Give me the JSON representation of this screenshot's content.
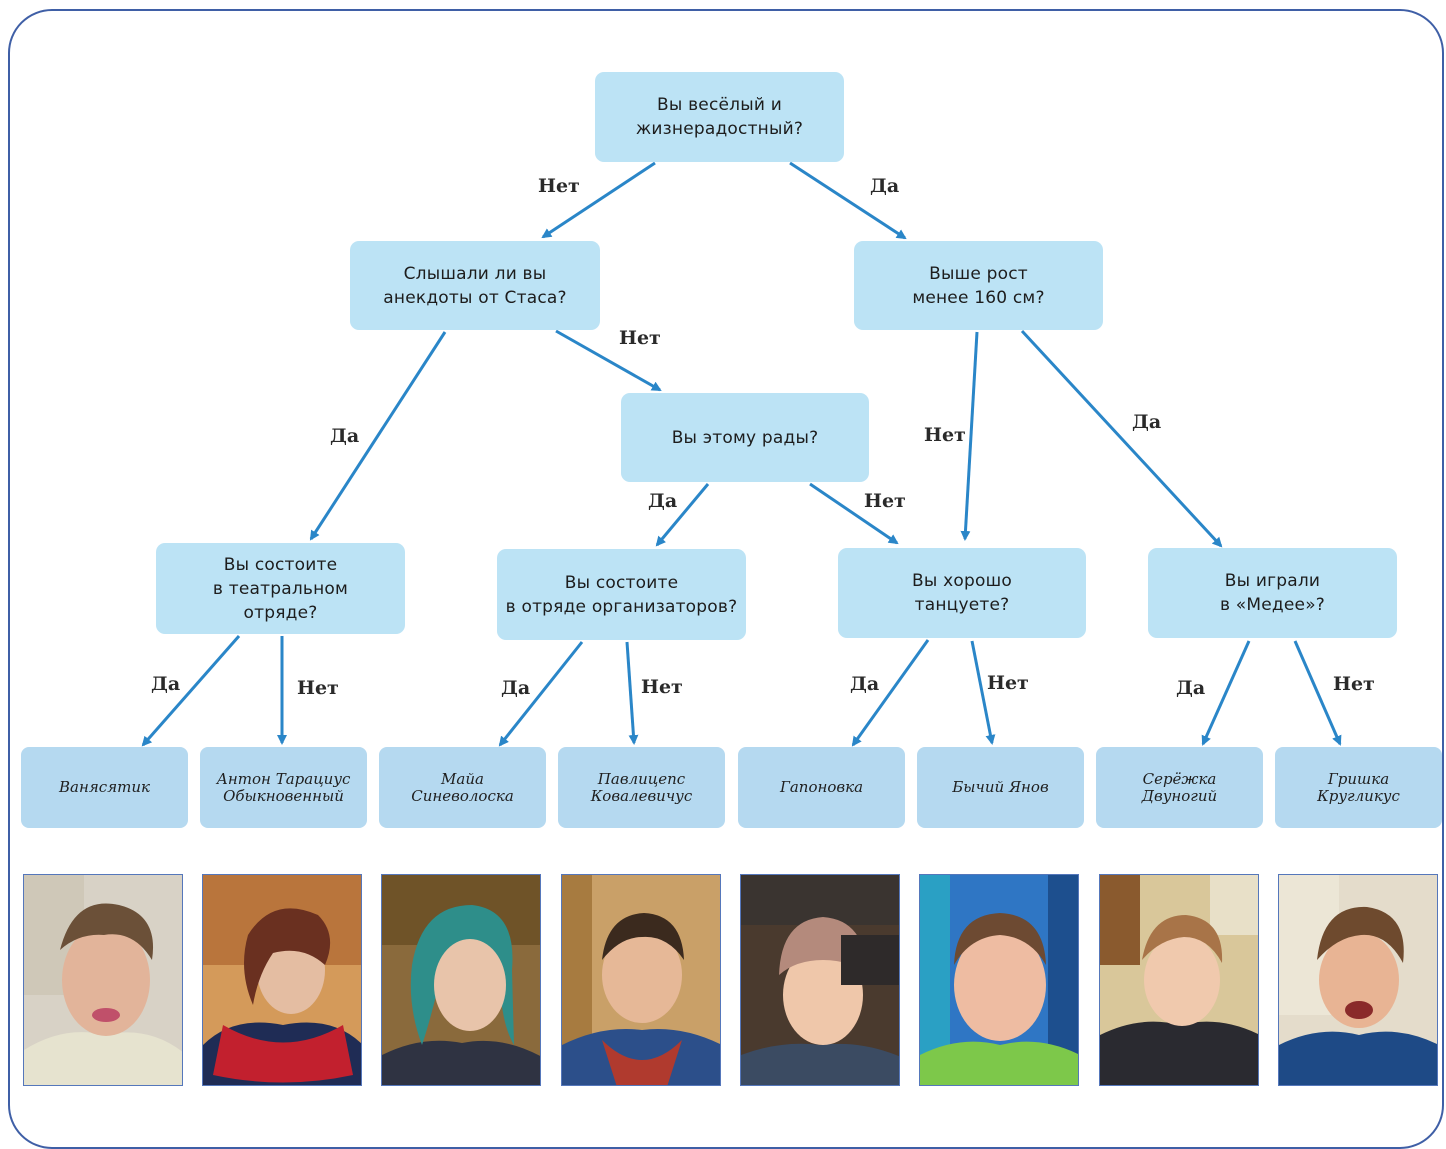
{
  "questions": {
    "q1": "Вы весёлый и\nжизнерадостный?",
    "q2": "Слышали ли вы\nанекдоты от Стаса?",
    "q3": "Выше рост\nменее 160 см?",
    "q4": "Вы этому рады?",
    "q5": "Вы состоите\nв театральном\nотряде?",
    "q6": "Вы состоите\nв отряде организаторов?",
    "q7": "Вы хорошо\nтанцуете?",
    "q8": "Вы играли\nв «Медее»?"
  },
  "labels": {
    "yes": "Да",
    "no": "Нет"
  },
  "names": [
    "Ванясятик",
    "Антон Тарациус\nОбыкновенный",
    "Майа\nСиневолоска",
    "Павлицепс\nКовалевичус",
    "Гапоновка",
    "Бычий Янов",
    "Серёжка\nДвуногий",
    "Гришка\nКругликус"
  ],
  "colors": {
    "box": "#bce3f5",
    "leaf_box": "#b5d9f0",
    "arrow": "#2a86c8",
    "frame": "#3f5fa6"
  }
}
